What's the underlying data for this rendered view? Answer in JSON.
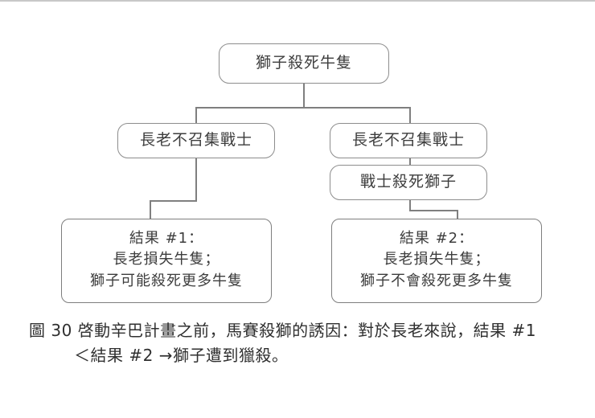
{
  "figure": {
    "diagram_type": "decision-tree",
    "nodes": {
      "root": "獅子殺死牛隻",
      "left_1": "長老不召集戰士",
      "right_1": "長老不召集戰士",
      "right_2": "戰士殺死獅子",
      "outcome_1": {
        "line_1": "結果 #1：",
        "line_2": "長老損失牛隻；",
        "line_3": "獅子可能殺死更多牛隻"
      },
      "outcome_2": {
        "line_1": "結果 #2：",
        "line_2": "長老損失牛隻；",
        "line_3": "獅子不會殺死更多牛隻"
      }
    },
    "caption": {
      "line_1": "圖 30 啓動辛巴計畫之前，馬賽殺獅的誘因：對於長老來說，結果 #1",
      "line_2": "＜結果 #2 →獅子遭到獵殺。"
    }
  },
  "style": {
    "page_background": "#ffffff",
    "node_border": "#8d8d8d",
    "connector_color": "#7f7f7f",
    "text_color": "#3d3d3d"
  }
}
